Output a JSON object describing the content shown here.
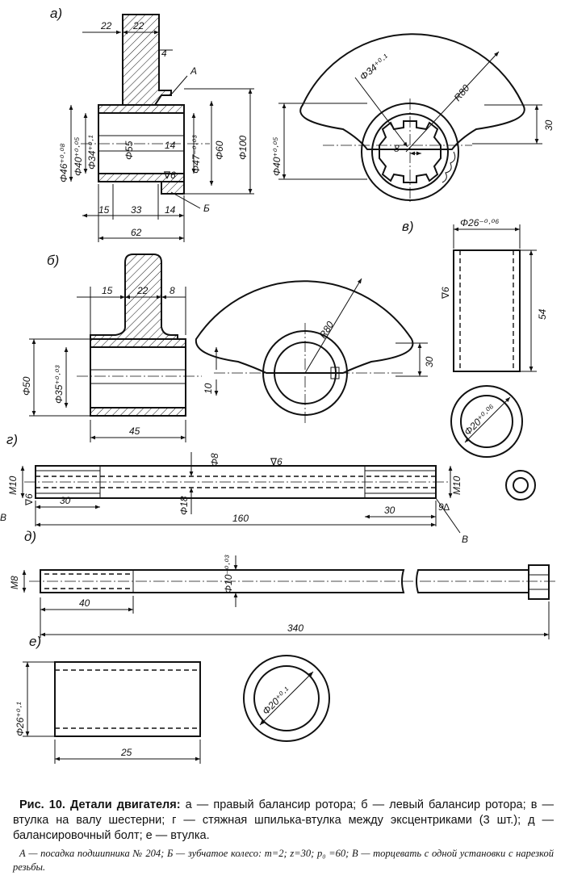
{
  "views": {
    "a": {
      "label": "а)",
      "dims": {
        "w22a": "22",
        "w22b": "22",
        "w4": "4",
        "mark_a": "А",
        "d46": "Φ46⁺⁰·⁰⁸",
        "d40": "Φ40⁺⁰·⁰⁵",
        "d34": "Φ34⁺⁰·¹",
        "d55": "Φ55",
        "w14a": "14",
        "d47": "Φ47⁻⁰·⁰³",
        "d60": "Φ60",
        "d100": "Φ100",
        "finish": "∇6",
        "w15": "15",
        "w33": "33",
        "w14b": "14",
        "mark_b": "Б",
        "w62": "62"
      }
    },
    "b": {
      "label": "б)",
      "dims": {
        "w15": "15",
        "w22": "22",
        "w8": "8",
        "d50": "Φ50",
        "d35": "Φ35⁺⁰·⁰³",
        "w45": "45",
        "r80": "R80",
        "h10": "10",
        "h30": "30"
      }
    },
    "v": {
      "label": "в)",
      "dims": {
        "d34": "Φ34⁺⁰·¹",
        "r80": "R80",
        "d40": "Φ40⁺⁰·⁰⁵",
        "w8": "8",
        "h30": "30"
      }
    },
    "g": {
      "label": "г)",
      "dims": {
        "m10l": "M10",
        "m10r": "M10",
        "f6l": "∇6",
        "f6r": "∇6",
        "d8": "Φ8",
        "d18": "Φ18",
        "w30l": "30",
        "w30r": "30",
        "w160": "160",
        "mark_vl": "В",
        "mark_vr": "В",
        "finish_r": "9∆"
      }
    },
    "d": {
      "label": "д)",
      "dims": {
        "m8": "M8",
        "d10": "Φ10⁻⁰·⁰³",
        "w40": "40",
        "w340": "340"
      }
    },
    "e": {
      "label": "е)",
      "dims": {
        "d26": "Φ26⁺⁰·¹",
        "d20": "Φ20⁺⁰·¹",
        "w25": "25"
      }
    },
    "zh": {
      "dims": {
        "d26": "Φ26⁻⁰·⁰⁶",
        "f6": "∇6",
        "h54": "54",
        "d20": "Φ20⁺⁰·⁰⁶"
      }
    }
  },
  "caption": {
    "lead": "Рис. 10. Детали двигателя:",
    "body": "а — правый балансир ротора; б — левый балансир ротора; в — втулка на валу шестерни; г — стяжная шпилька-втулка между эксцентриками (3 шт.); д — балансировочный болт; е — втулка.",
    "note": "А — посадка подшипника № 204; Б — зубчатое колесо: m=2; z=30; p₀ =60; В — торцевать с одной установки с нарезкой резьбы."
  }
}
